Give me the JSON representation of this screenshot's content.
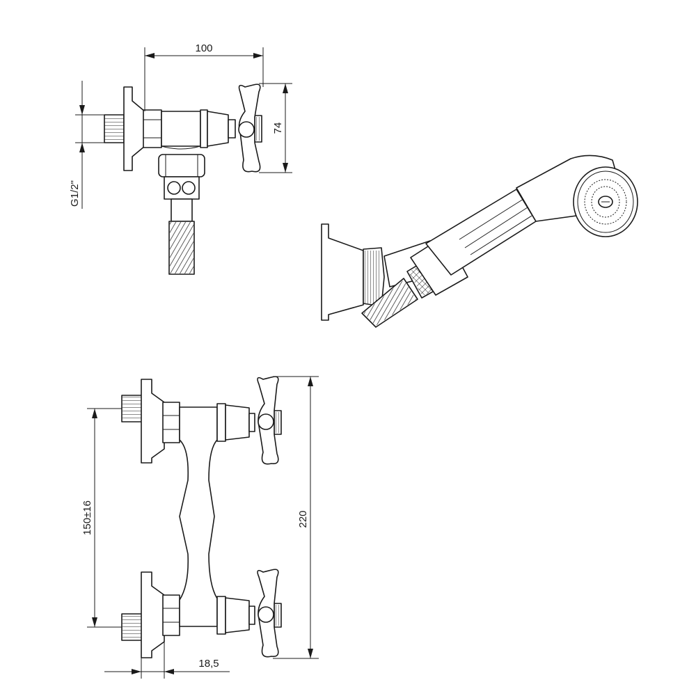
{
  "dimensions": {
    "side_width": "100",
    "side_height": "74",
    "thread": "G1/2\"",
    "front_height": "220",
    "spacing": "150±16",
    "offset": "18,5"
  },
  "colors": {
    "line": "#1a1a1a",
    "background": "#ffffff"
  }
}
